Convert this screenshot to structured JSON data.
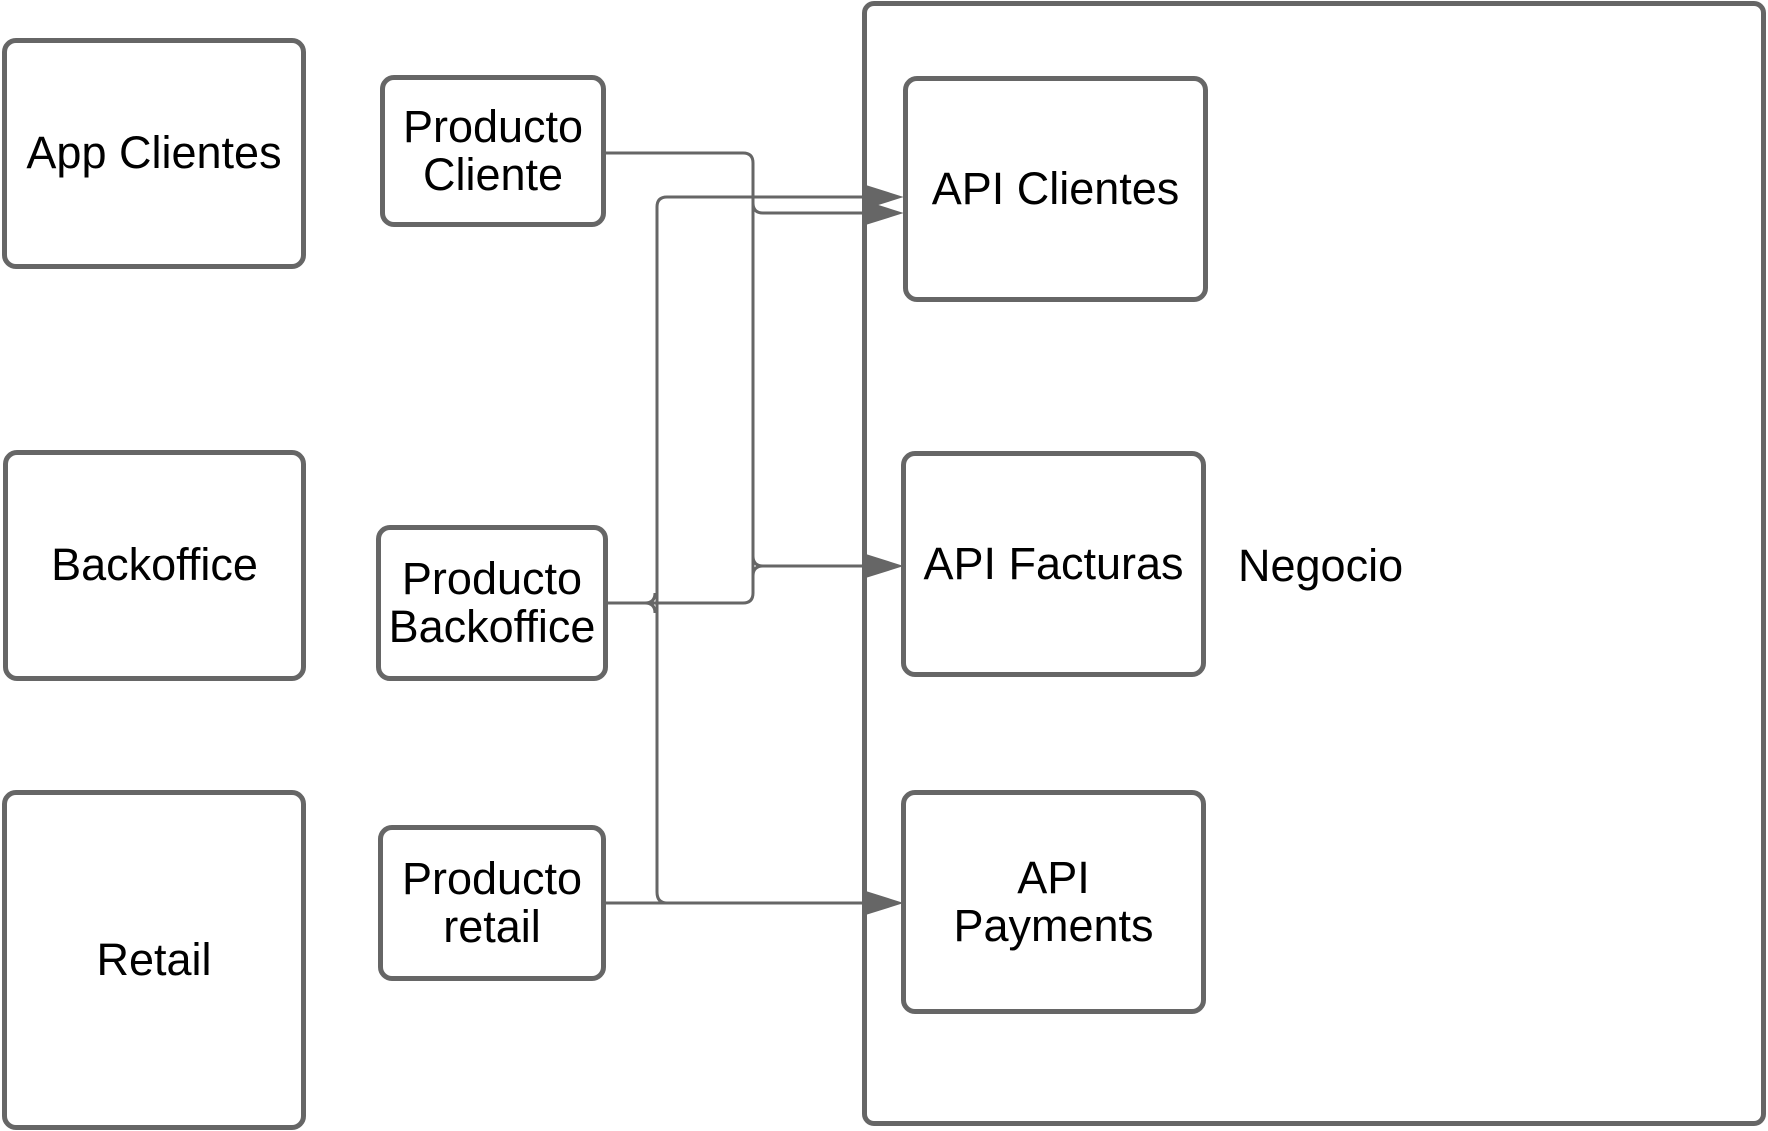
{
  "diagram": {
    "stroke_color": "#666666",
    "text_color": "#000000",
    "background": "#ffffff"
  },
  "nodes": {
    "app_clientes": {
      "label": "App Clientes"
    },
    "backoffice": {
      "label": "Backoffice"
    },
    "retail": {
      "label": "Retail"
    },
    "producto_cliente": {
      "label": "Producto\nCliente"
    },
    "producto_backoffice": {
      "label": "Producto\nBackoffice"
    },
    "producto_retail": {
      "label": "Producto\nretail"
    },
    "api_clientes": {
      "label": "API Clientes"
    },
    "api_facturas": {
      "label": "API Facturas"
    },
    "api_payments": {
      "label": "API\nPayments"
    },
    "negocio": {
      "label": "Negocio"
    }
  }
}
